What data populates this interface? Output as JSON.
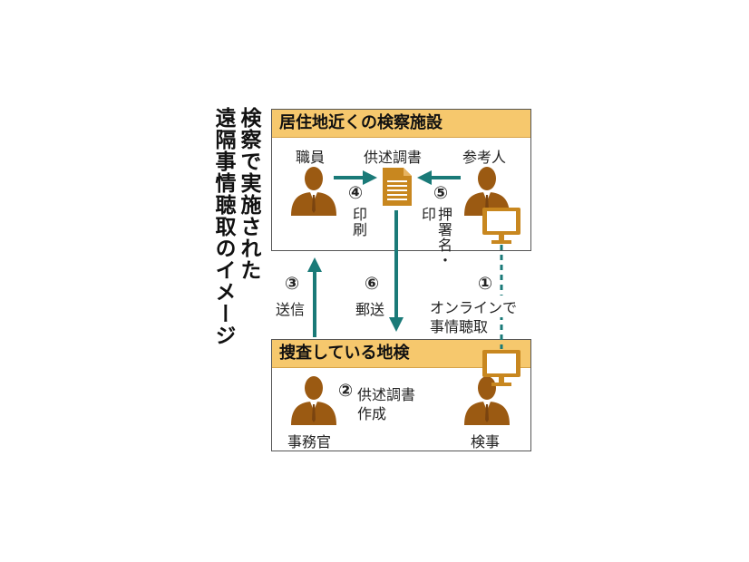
{
  "title": "検察で実施された遠隔事情聴取のイメージ",
  "title_lines": [
    "検察で実施された",
    "遠隔事情聴取のイメージ"
  ],
  "top_box": {
    "header": "居住地近くの検察施設",
    "staff_label": "職員",
    "document_label": "供述調書",
    "witness_label": "参考人"
  },
  "bottom_box": {
    "header": "捜査している地検",
    "clerk_label": "事務官",
    "prosecutor_label": "検事"
  },
  "steps": {
    "step1_num": "①",
    "step1_text": "オンラインで事情聴取",
    "step1_line1": "オンラインで",
    "step1_line2": "事情聴取",
    "step2_num": "②",
    "step2_line1": "供述調書",
    "step2_line2": "作成",
    "step3_num": "③",
    "step3_text": "送信",
    "step4_num": "④",
    "step4_text": "印刷",
    "step5_num": "⑤",
    "step5_text": "押署名・印",
    "step5_col1": "押署名・",
    "step5_col2": "印",
    "step6_num": "⑥",
    "step6_text": "郵送"
  },
  "icons": {
    "person": "person-silhouette-icon",
    "document": "document-icon",
    "monitor": "monitor-icon"
  },
  "colors": {
    "header_bg": "#f6c86d",
    "person": "#9b5a12",
    "document": "#c8871f",
    "arrow": "#1a7a78",
    "monitor_frame": "#c8871f"
  }
}
